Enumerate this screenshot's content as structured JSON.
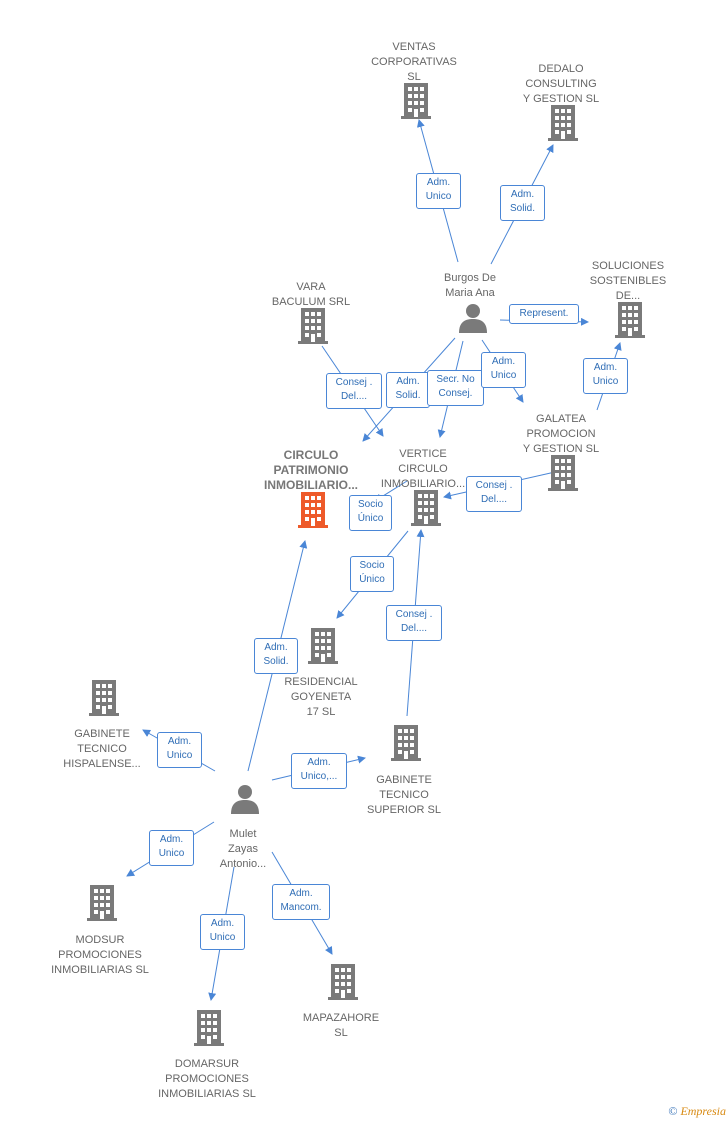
{
  "colors": {
    "edge": "#4a86d6",
    "building": "#7a7a7a",
    "main_building": "#ee5a2a",
    "person": "#7a7a7a"
  },
  "nodes": [
    {
      "id": "ventas",
      "kind": "company",
      "label": "VENTAS\nCORPORATIVAS\nSL"
    },
    {
      "id": "dedalo",
      "kind": "company",
      "label": "DEDALO\nCONSULTING\nY GESTION  SL"
    },
    {
      "id": "soluciones",
      "kind": "company",
      "label": "SOLUCIONES\nSOSTENIBLES\nDE..."
    },
    {
      "id": "vara",
      "kind": "company",
      "label": "VARA\nBACULUM SRL"
    },
    {
      "id": "burgos",
      "kind": "person",
      "label": "Burgos De\nMaria Ana"
    },
    {
      "id": "circulo",
      "kind": "main",
      "label": "CIRCULO\nPATRIMONIO\nINMOBILIARIO..."
    },
    {
      "id": "vertice",
      "kind": "company",
      "label": "VERTICE\nCIRCULO\nINMOBILIARIO..."
    },
    {
      "id": "galatea",
      "kind": "company",
      "label": "GALATEA\nPROMOCION\nY GESTION  SL"
    },
    {
      "id": "residencial",
      "kind": "company",
      "label": "RESIDENCIAL\nGOYENETA\n17  SL"
    },
    {
      "id": "gab_hisp",
      "kind": "company",
      "label": "GABINETE\nTECNICO\nHISPALENSE..."
    },
    {
      "id": "gab_sup",
      "kind": "company",
      "label": "GABINETE\nTECNICO\nSUPERIOR SL"
    },
    {
      "id": "mulet",
      "kind": "person",
      "label": "Mulet\nZayas\nAntonio..."
    },
    {
      "id": "modsur",
      "kind": "company",
      "label": "MODSUR\nPROMOCIONES\nINMOBILIARIAS SL"
    },
    {
      "id": "domarsur",
      "kind": "company",
      "label": "DOMARSUR\nPROMOCIONES\nINMOBILIARIAS SL"
    },
    {
      "id": "mapazahore",
      "kind": "company",
      "label": "MAPAZAHORE\nSL"
    }
  ],
  "edges": [
    {
      "from": "burgos",
      "to": "ventas",
      "label": "Adm.\nUnico"
    },
    {
      "from": "burgos",
      "to": "dedalo",
      "label": "Adm.\nSolid."
    },
    {
      "from": "burgos",
      "to": "soluciones",
      "label": "Represent."
    },
    {
      "from": "burgos",
      "to": "circulo",
      "label": "Adm.\nSolid."
    },
    {
      "from": "burgos",
      "to": "vertice",
      "label": "Secr.  No\nConsej."
    },
    {
      "from": "burgos",
      "to": "galatea",
      "label": "Adm.\nUnico"
    },
    {
      "from": "vara",
      "to": "circulo",
      "label": "Consej .\nDel...."
    },
    {
      "from": "galatea",
      "to": "soluciones",
      "label": "Adm.\nUnico"
    },
    {
      "from": "vertice",
      "to": "circulo",
      "label": "Socio\nÚnico"
    },
    {
      "from": "gab_sup",
      "to": "vertice",
      "label": "Consej .\nDel...."
    },
    {
      "from": "vertice",
      "to": "residencial",
      "label": "Socio\nÚnico"
    },
    {
      "from": "galatea",
      "to": "vertice",
      "label": "Consej .\nDel...."
    },
    {
      "from": "mulet",
      "to": "circulo",
      "label": "Adm.\nSolid."
    },
    {
      "from": "mulet",
      "to": "gab_hisp",
      "label": "Adm.\nUnico"
    },
    {
      "from": "mulet",
      "to": "gab_sup",
      "label": "Adm.\nUnico,..."
    },
    {
      "from": "mulet",
      "to": "modsur",
      "label": "Adm.\nUnico"
    },
    {
      "from": "mulet",
      "to": "domarsur",
      "label": "Adm.\nUnico"
    },
    {
      "from": "mulet",
      "to": "mapazahore",
      "label": "Adm.\nMancom."
    }
  ],
  "brand": {
    "symbol": "©",
    "name": "Empresia"
  }
}
